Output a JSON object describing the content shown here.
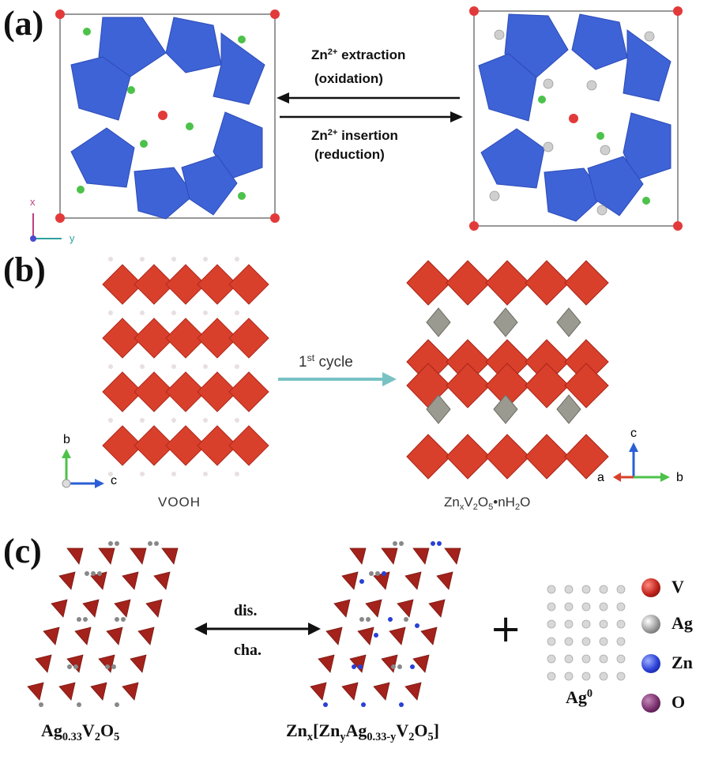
{
  "panels": {
    "a": {
      "label": "(a)",
      "top_arrow": {
        "line1_base": "Zn",
        "line1_sup": "2+",
        "line1_rest": " extraction",
        "line2": "(oxidation)"
      },
      "bottom_arrow": {
        "line1_base": "Zn",
        "line1_sup": "2+",
        "line1_rest": " insertion",
        "line2": "(reduction)"
      },
      "axes": {
        "x": "x",
        "y": "y"
      }
    },
    "b": {
      "label": "(b)",
      "arrow_text_base": "1",
      "arrow_text_sup": "st",
      "arrow_text_rest": " cycle",
      "left_caption": "VOOH",
      "right_caption_parts": [
        "Zn",
        "x",
        "V",
        "2",
        "O",
        "5",
        "•nH",
        "2",
        "O"
      ],
      "axes_left": {
        "b": "b",
        "c": "c"
      },
      "axes_right": {
        "c": "c",
        "a": "a",
        "b": "b"
      }
    },
    "c": {
      "label": "(c)",
      "arrow_top": "dis.",
      "arrow_bottom": "cha.",
      "plus": "+",
      "left_caption_parts": [
        "Ag",
        "0.33",
        "V",
        "2",
        "O",
        "5"
      ],
      "middle_caption_parts": [
        "Zn",
        "x",
        "[Zn",
        "y",
        "Ag",
        "0.33-y",
        "V",
        "2",
        "O",
        "5",
        "]"
      ],
      "ag_label_base": "Ag",
      "ag_label_sup": "0",
      "legend": [
        {
          "label": "V",
          "color": "#c0221b"
        },
        {
          "label": "Ag",
          "color": "#9a9a9a"
        },
        {
          "label": "Zn",
          "color": "#2a3fd6"
        },
        {
          "label": "O",
          "color": "#7a2f6e"
        }
      ]
    }
  },
  "colors": {
    "polyhedra_blue": "#3e63d6",
    "polyhedra_red": "#d9402c",
    "polyhedra_darkred": "#a3221b",
    "zn_green": "#4cc24a",
    "corner_red": "#e23a3a",
    "arrow_teal": "#79c2c4"
  }
}
